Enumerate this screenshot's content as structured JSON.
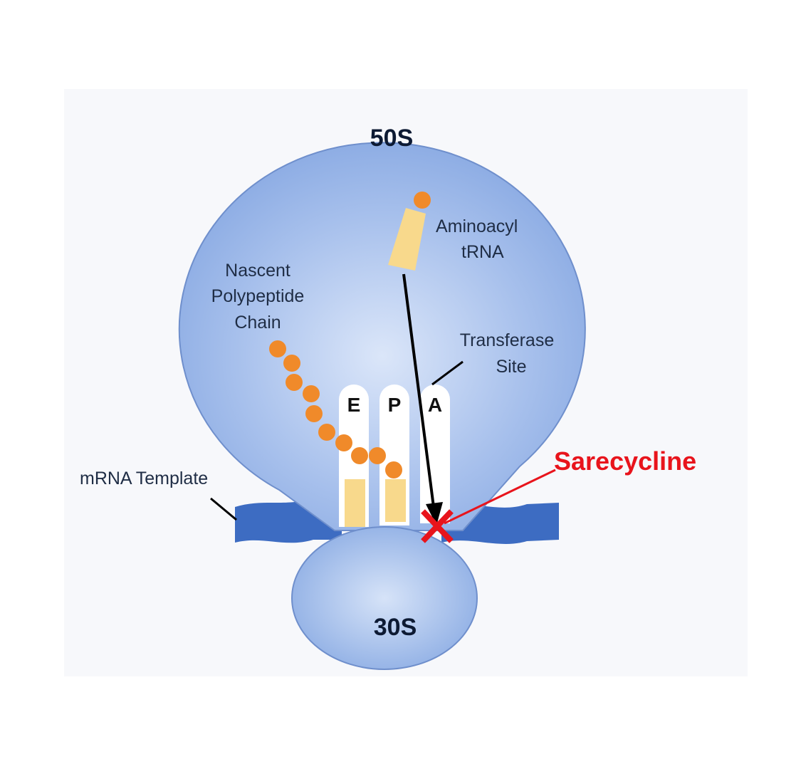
{
  "labels": {
    "large_subunit": "50S",
    "small_subunit": "30S",
    "aminoacyl_line1": "Aminoacyl",
    "aminoacyl_line2": "tRNA",
    "nascent_line1": "Nascent",
    "nascent_line2": "Polypeptide",
    "nascent_line3": "Chain",
    "transferase_line1": "Transferase",
    "transferase_line2": "Site",
    "mrna": "mRNA Template",
    "drug": "Sarecycline",
    "site_e": "E",
    "site_p": "P",
    "site_a": "A"
  },
  "colors": {
    "ribosome": "#8fb0e6",
    "ribosome_center": "#d6e3f8",
    "mrna": "#3d6cc2",
    "trna": "#f8d98c",
    "amino_acid": "#f08a2a",
    "drug": "#e8141c"
  }
}
